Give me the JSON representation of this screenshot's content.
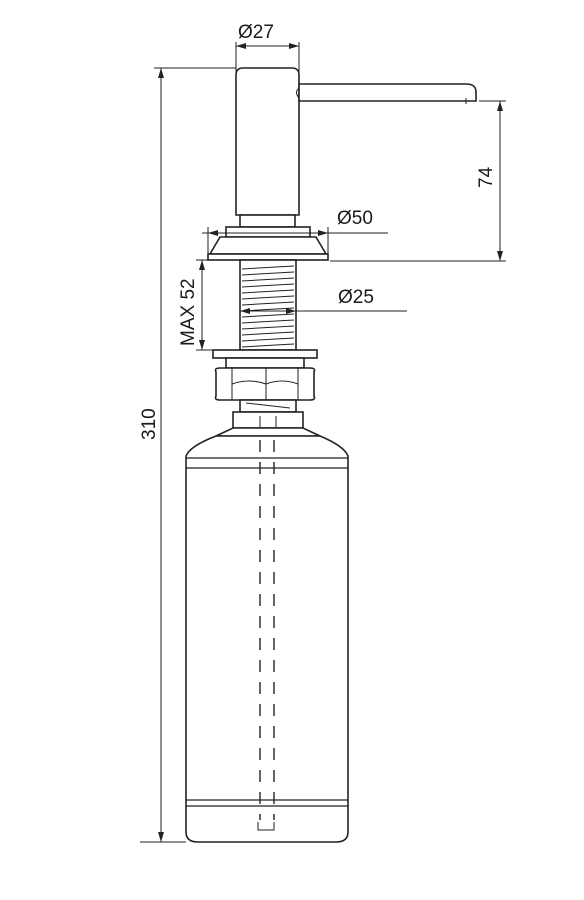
{
  "dimensions": {
    "top_diameter": "Ø27",
    "flange_diameter": "Ø50",
    "thread_diameter": "Ø25",
    "spout_drop": "74",
    "max_thickness": "MAX 52",
    "total_height": "310"
  }
}
